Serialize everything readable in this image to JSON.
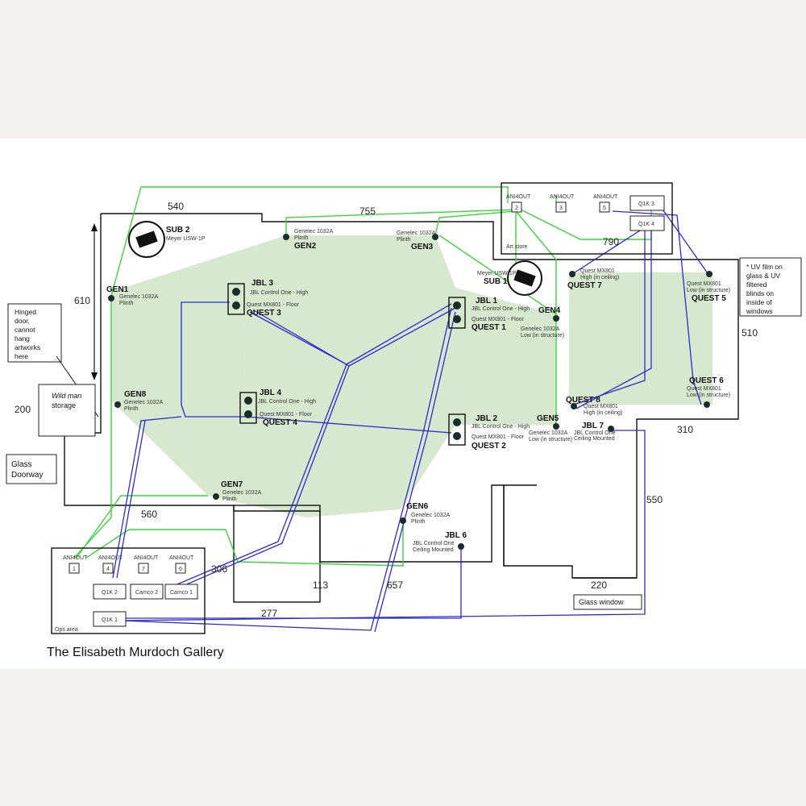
{
  "title": "The Elisabeth Murdoch Gallery",
  "dimensions": {
    "d540": "540",
    "d755": "755",
    "d790": "790",
    "d610": "610",
    "d510": "510",
    "d200": "200",
    "d310": "310",
    "d550": "550",
    "d560": "560",
    "d306": "306",
    "d113": "113",
    "d657": "657",
    "d277": "277",
    "d220": "220"
  },
  "notes": {
    "hinged": [
      "Hinged",
      "door,",
      "cannot",
      "hang",
      "artworks",
      "here"
    ],
    "uv": [
      "* UV film on",
      "glass & UV",
      "filtered",
      "blinds on",
      "inside of",
      "windows"
    ],
    "wildman": [
      "Wild man",
      "storage"
    ],
    "glassdoor": [
      "Glass",
      "Doorway"
    ],
    "glasswindow": "Glass window",
    "artstore": "Art store",
    "opsarea": "Ops area"
  },
  "devices": {
    "sub2": {
      "name": "SUB 2",
      "model": "Meyer USW-1P"
    },
    "sub1": {
      "name": "SUB 1",
      "model": "Meyer USW-1P"
    },
    "gen1": {
      "name": "GEN1",
      "model": "Genelec 1032A",
      "mount": "Plinth"
    },
    "gen2": {
      "name": "GEN2",
      "model": "Genelec 1032A",
      "mount": "Plinth"
    },
    "gen3": {
      "name": "GEN3",
      "model": "Genelec 1032A",
      "mount": "Plinth"
    },
    "gen4": {
      "name": "GEN4",
      "model": "Genelec 1032A",
      "mount": "Low (in structure)"
    },
    "gen5": {
      "name": "GEN5",
      "model": "Genelec 1032A",
      "mount": "Low (in structure)"
    },
    "gen6": {
      "name": "GEN6",
      "model": "Genelec 1032A",
      "mount": "Plinth"
    },
    "gen7": {
      "name": "GEN7",
      "model": "Genelec 1032A",
      "mount": "Plinth"
    },
    "gen8": {
      "name": "GEN8",
      "model": "Genelec 1032A",
      "mount": "Plinth"
    },
    "jbl1": {
      "name": "JBL 1",
      "model": "JBL Control One - High"
    },
    "jbl2": {
      "name": "JBL 2",
      "model": "JBL Control One - High"
    },
    "jbl3": {
      "name": "JBL 3",
      "model": "JBL Control One - High"
    },
    "jbl4": {
      "name": "JBL 4",
      "model": "JBL Control One - High"
    },
    "jbl6": {
      "name": "JBL 6",
      "model": "JBL Control One",
      "mount": "Ceiling Mounted"
    },
    "jbl7": {
      "name": "JBL 7",
      "model": "JBL Control One",
      "mount": "Ceiling Mounted"
    },
    "quest1": {
      "name": "QUEST 1",
      "model": "Quest MX801 - Floor"
    },
    "quest2": {
      "name": "QUEST 2",
      "model": "Quest MX801 - Floor"
    },
    "quest3": {
      "name": "QUEST 3",
      "model": "Quest MX801 - Floor"
    },
    "quest4": {
      "name": "QUEST 4",
      "model": "Quest MX801 - Floor"
    },
    "quest5": {
      "name": "QUEST 5",
      "model": "Quest MX801",
      "mount": "Low (in structure)"
    },
    "quest6": {
      "name": "QUEST 6",
      "model": "Quest MX801",
      "mount": "Low (in structure)"
    },
    "quest7": {
      "name": "QUEST 7",
      "model": "Quest MX801",
      "mount": "High (in ceiling)"
    },
    "quest8": {
      "name": "QUEST 8",
      "model": "Quest MX801",
      "mount": "High (in ceiling)"
    }
  },
  "racks": {
    "ani": "ANI4OUT",
    "top_ports": [
      "2",
      "3",
      "5"
    ],
    "top_q1k": [
      "Q1K 3",
      "Q1K 4"
    ],
    "bottom_ports": [
      "1",
      "4",
      "7",
      "6"
    ],
    "bottom_units": [
      "Q1K 2",
      "Camco 2",
      "Camco 1",
      "Q1K 1"
    ]
  }
}
